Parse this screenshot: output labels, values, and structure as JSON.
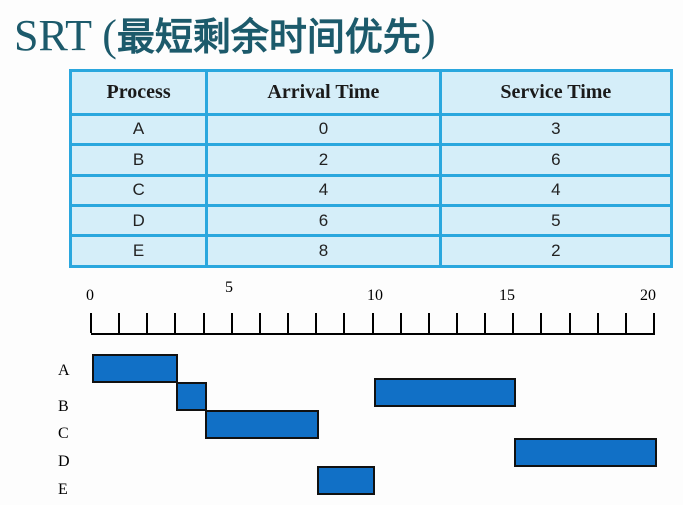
{
  "title": {
    "prefix": "SRT (",
    "chinese": "最短剩余时间优先",
    "suffix": ")"
  },
  "table": {
    "headers": [
      "Process",
      "Arrival Time",
      "Service Time"
    ],
    "rows": [
      [
        "A",
        "0",
        "3"
      ],
      [
        "B",
        "2",
        "6"
      ],
      [
        "C",
        "4",
        "4"
      ],
      [
        "D",
        "6",
        "5"
      ],
      [
        "E",
        "8",
        "2"
      ]
    ]
  },
  "chart_data": {
    "type": "gantt",
    "axis_labels": [
      "0",
      "5",
      "10",
      "15",
      "20"
    ],
    "xlim": [
      0,
      20
    ],
    "processes": [
      "A",
      "B",
      "C",
      "D",
      "E"
    ],
    "segments": [
      {
        "process": "A",
        "start": 0,
        "end": 3
      },
      {
        "process": "B",
        "start": 3,
        "end": 4
      },
      {
        "process": "C",
        "start": 4,
        "end": 8
      },
      {
        "process": "E",
        "start": 8,
        "end": 10
      },
      {
        "process": "B",
        "start": 10,
        "end": 15
      },
      {
        "process": "D",
        "start": 15,
        "end": 20
      }
    ],
    "bar_color": "#1170c6"
  }
}
